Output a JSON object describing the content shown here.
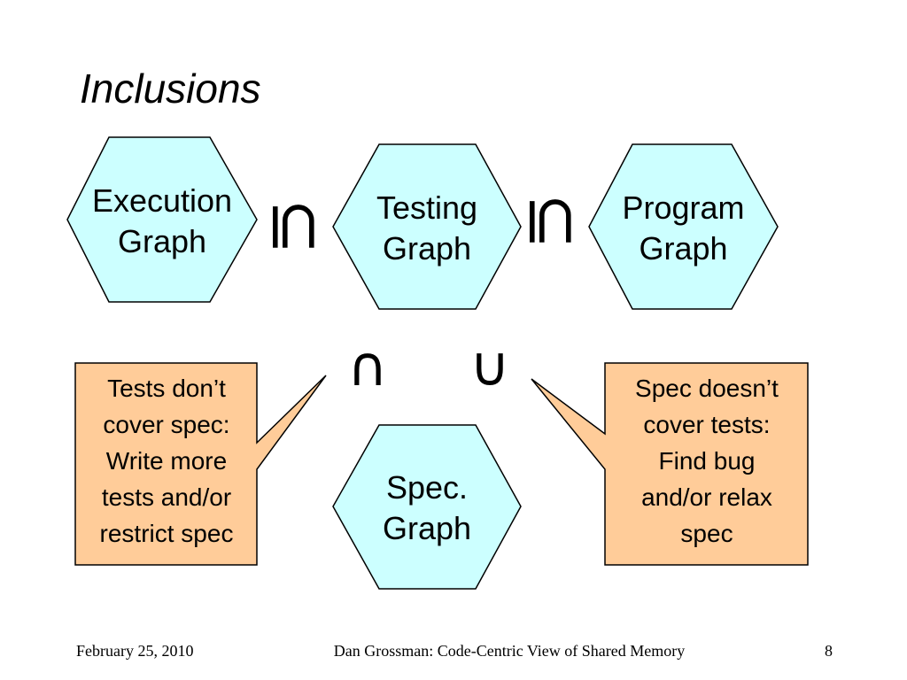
{
  "slide": {
    "title": "Inclusions",
    "colors": {
      "hexagon_fill": "#ccffff",
      "callout_fill": "#ffcc99",
      "outline": "#000000"
    }
  },
  "nodes": {
    "execution": "Execution\nGraph",
    "testing": "Testing\nGraph",
    "program": "Program\nGraph",
    "spec": "Spec.\nGraph"
  },
  "relations": {
    "execution_testing": "⊆",
    "testing_program": "⊆",
    "intersection": "∩",
    "union": "∪"
  },
  "callouts": {
    "left": "Tests don’t\ncover spec:\nWrite more\ntests and/or\nrestrict spec",
    "right": "Spec doesn’t\ncover tests:\nFind bug\nand/or relax\nspec"
  },
  "footer": {
    "date": "February 25, 2010",
    "center": "Dan Grossman: Code-Centric View of Shared Memory",
    "page": "8"
  }
}
